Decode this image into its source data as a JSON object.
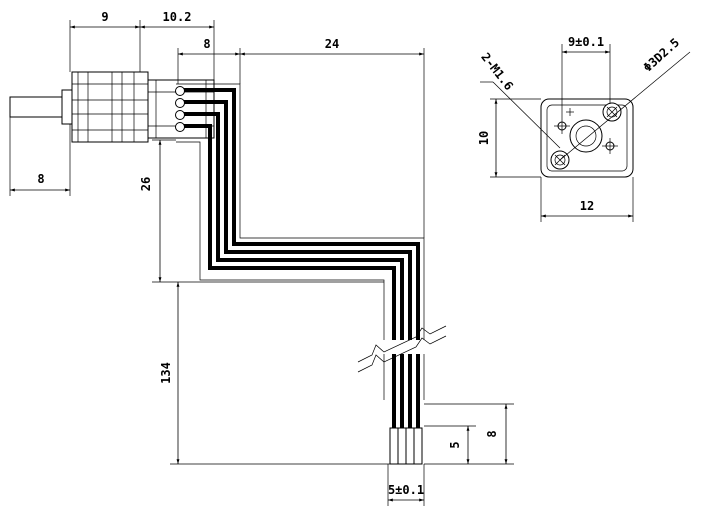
{
  "dimensions": {
    "d_9": "9",
    "d_10_2": "10.2",
    "d_8_top": "8",
    "d_24": "24",
    "d_8_left": "8",
    "d_26": "26",
    "d_134": "134",
    "d_5": "5",
    "d_8_right": "8",
    "d_5_tol": "5±0.1",
    "d_9_tol": "9±0.1",
    "d_10_end": "10",
    "d_12": "12",
    "screw_callout": "2-M1.6",
    "hole_callout": "Φ3D2.5"
  }
}
